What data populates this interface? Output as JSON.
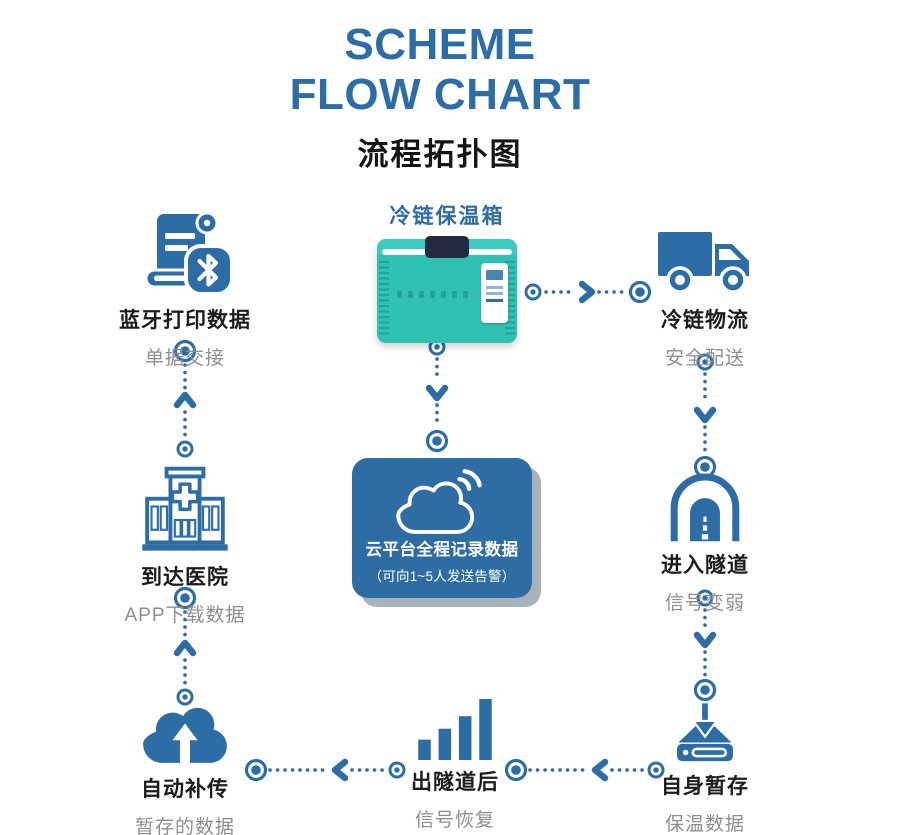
{
  "header": {
    "title_line1": "SCHEME",
    "title_line2": "FLOW CHART",
    "subtitle_cn": "流程拓扑图"
  },
  "cooler": {
    "label": "冷链保温箱"
  },
  "cloud_platform": {
    "line1": "云平台全程记录数据",
    "line2": "（可向1~5人发送告警）"
  },
  "nodes": [
    {
      "id": "bluetooth-print",
      "icon": "bluetooth-printer-icon",
      "title": "蓝牙打印数据",
      "subtitle": "单据交接"
    },
    {
      "id": "cold-chain-logistics",
      "icon": "truck-icon",
      "title": "冷链物流",
      "subtitle": "安全配送"
    },
    {
      "id": "arrive-hospital",
      "icon": "hospital-icon",
      "title": "到达医院",
      "subtitle": "APP下载数据"
    },
    {
      "id": "enter-tunnel",
      "icon": "tunnel-icon",
      "title": "进入隧道",
      "subtitle": "信号变弱"
    },
    {
      "id": "auto-retransmit",
      "icon": "cloud-upload-icon",
      "title": "自动补传",
      "subtitle": "暂存的数据"
    },
    {
      "id": "after-exit-tunnel",
      "icon": "signal-bars-icon",
      "title": "出隧道后",
      "subtitle": "信号恢复"
    },
    {
      "id": "self-buffer",
      "icon": "storage-inbox-icon",
      "title": "自身暂存",
      "subtitle": "保温数据"
    }
  ],
  "colors": {
    "accent_blue": "#2d6da6",
    "card_blue": "#2e6da4",
    "text_dark": "#1c1c1c",
    "text_gray": "#8e8e8e",
    "cooler_teal": "#2fc2b3",
    "cooler_handle": "#222b41",
    "background": "#ffffff"
  }
}
